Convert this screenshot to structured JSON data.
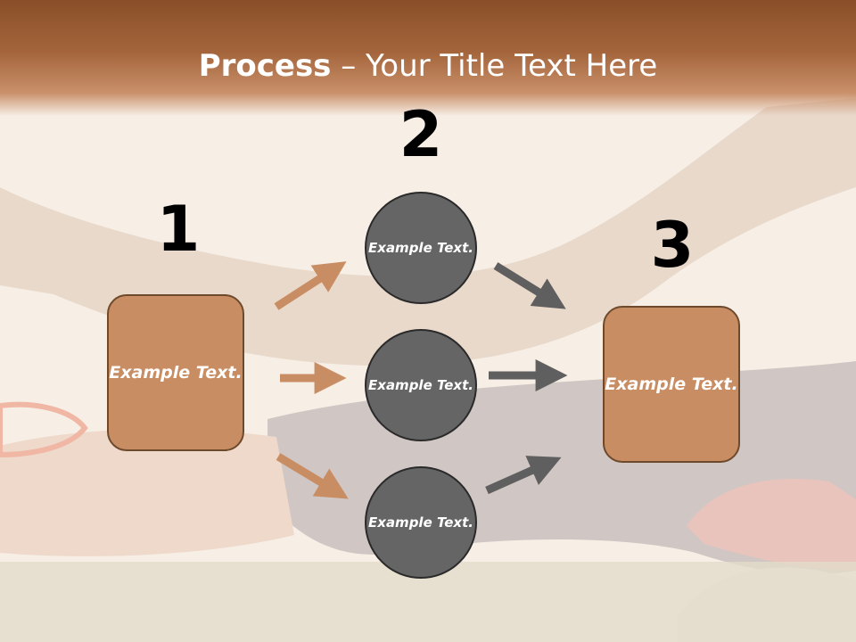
{
  "title": {
    "bold": "Process",
    "rest": " – Your Title Text Here"
  },
  "steps": {
    "one": "1",
    "two": "2",
    "three": "3"
  },
  "boxes": {
    "left": "Example Text.",
    "right": "Example Text."
  },
  "circles": [
    "Example Text.",
    "Example Text.",
    "Example Text."
  ],
  "colors": {
    "accent": "#c98d63",
    "circle": "#656565",
    "title_bar": "#9a5c33",
    "arrow_orange": "#c98d63",
    "arrow_gray": "#5f5f5f"
  }
}
